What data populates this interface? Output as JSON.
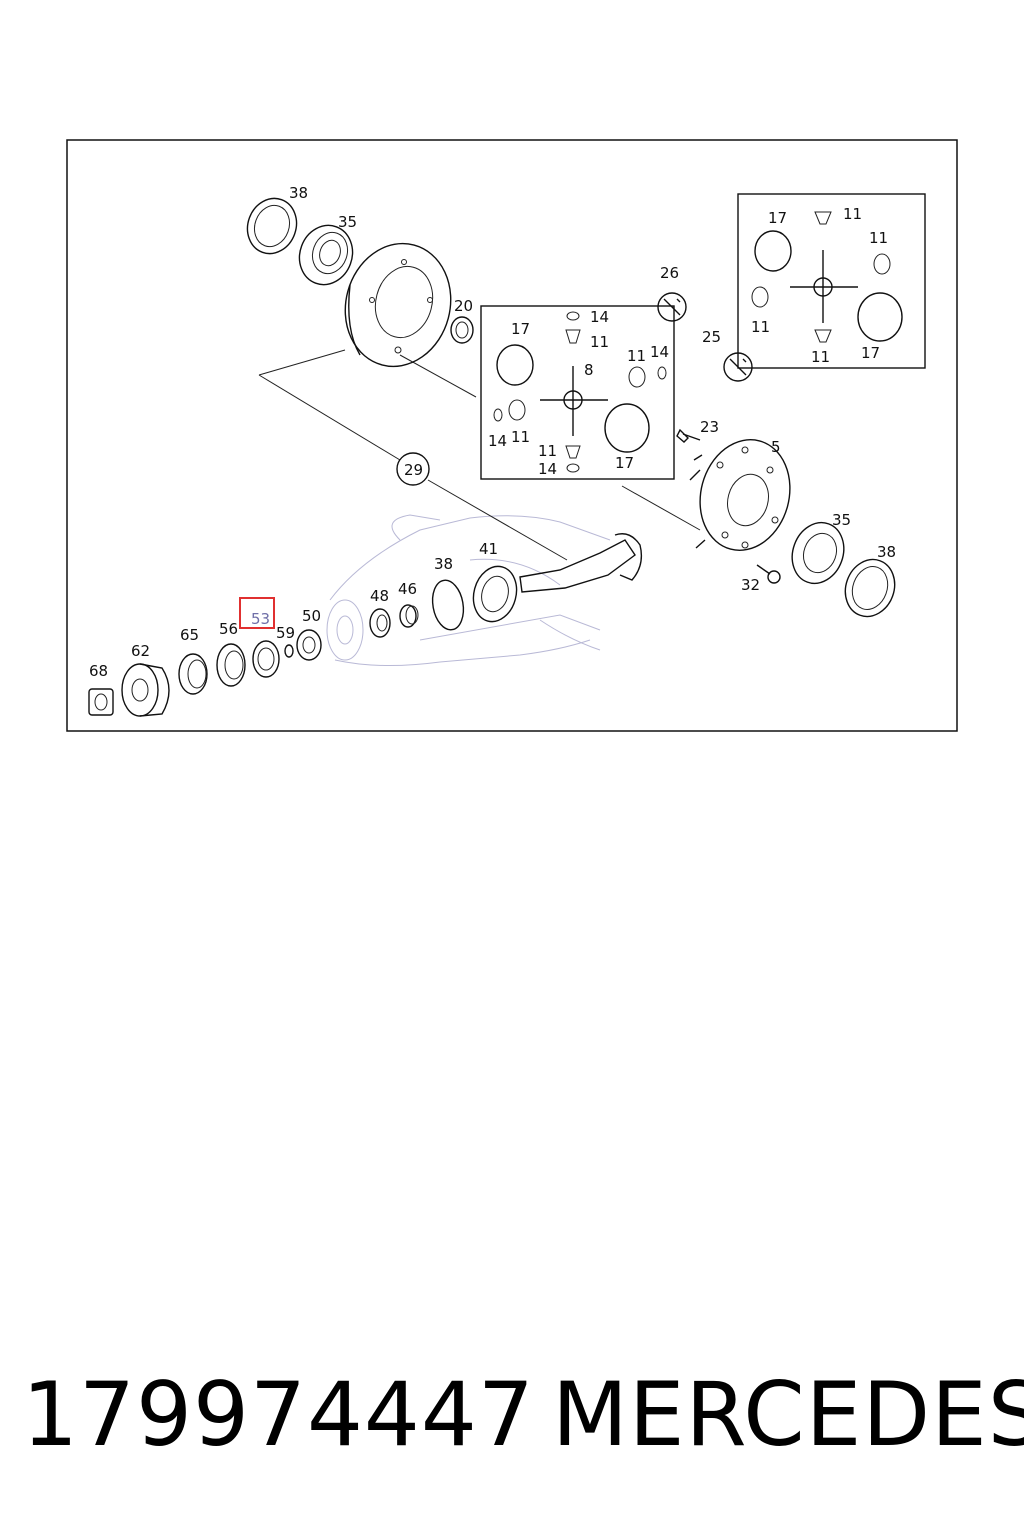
{
  "callouts": {
    "c38a": "38",
    "c35a": "35",
    "c20": "20",
    "c26": "26",
    "c25": "25",
    "c29": "29",
    "c23": "23",
    "c5": "5",
    "c35b": "35",
    "c38b": "38",
    "c32": "32",
    "c41": "41",
    "c38c": "38",
    "c46": "46",
    "c48": "48",
    "c50": "50",
    "c59": "59",
    "c53": "53",
    "c56": "56",
    "c65": "65",
    "c62": "62",
    "c68": "68",
    "d17a": "17",
    "d14a": "14",
    "d11a": "11",
    "d8": "8",
    "d11b": "11",
    "d14b": "14",
    "d14c": "14",
    "d11c": "11",
    "d11d": "11",
    "d14d": "14",
    "d17b": "17",
    "e17a": "17",
    "e11a": "11",
    "e11b": "11",
    "e11c": "11",
    "e11d": "11",
    "e17b": "17"
  },
  "highlight": {
    "label": "53",
    "color": "#e03030"
  },
  "footer": {
    "part_number": "179974447",
    "brand": "MERCEDES"
  }
}
